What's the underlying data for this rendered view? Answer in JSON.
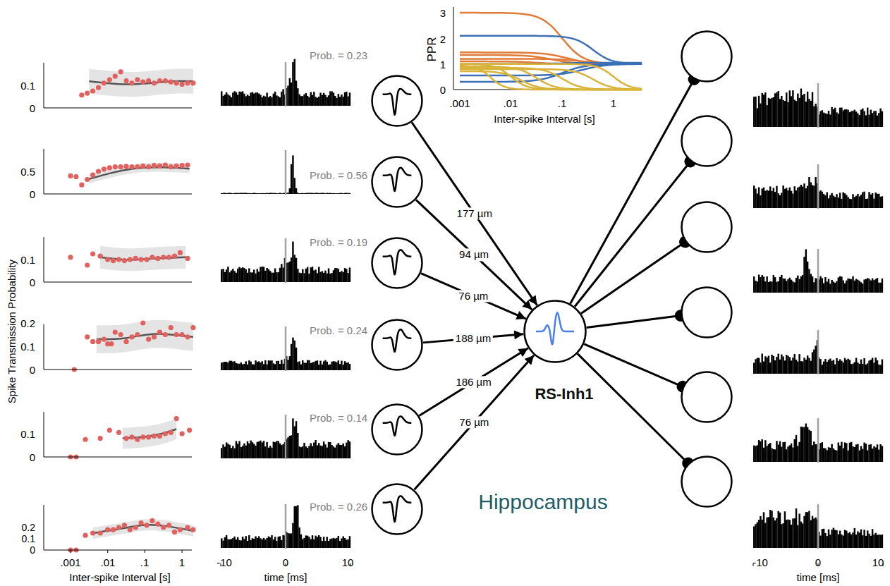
{
  "diagram": {
    "nodes": [
      {
        "text": []
      },
      {
        "text": []
      },
      {
        "text": []
      },
      {
        "text": []
      },
      {
        "text": []
      },
      {
        "text": []
      },
      {
        "text": [
          "RS-Inh1"
        ]
      },
      {
        "text": []
      },
      {
        "text": []
      },
      {
        "text": []
      },
      {
        "text": []
      },
      {
        "text": []
      },
      {
        "text": []
      }
    ],
    "edges": [
      {
        "from": 0,
        "to": 6,
        "arrow": "to",
        "label": "177 µm"
      },
      {
        "from": 1,
        "to": 6,
        "arrow": "to",
        "label": "94 µm"
      },
      {
        "from": 2,
        "to": 6,
        "arrow": "to",
        "label": "76 µm"
      },
      {
        "from": 3,
        "to": 6,
        "arrow": "to",
        "label": "188 µm"
      },
      {
        "from": 4,
        "to": 6,
        "arrow": "to",
        "label": "186 µm"
      },
      {
        "from": 5,
        "to": 6,
        "arrow": "to",
        "label": "76 µm"
      },
      {
        "from": 6,
        "to": 7,
        "arrow": "to"
      },
      {
        "from": 6,
        "to": 8,
        "arrow": "to"
      },
      {
        "from": 6,
        "to": 9,
        "arrow": "to"
      },
      {
        "from": 6,
        "to": 10,
        "arrow": "to"
      },
      {
        "from": 6,
        "to": 11,
        "arrow": "to"
      },
      {
        "from": 6,
        "to": 12,
        "arrow": "to"
      }
    ],
    "labels": [
      "0.1",
      "0",
      "0.5",
      "0",
      "0.1",
      "0",
      "0.2",
      "0.1",
      "0",
      "0.1",
      "0",
      "0.2",
      "0.1",
      "0",
      ".001",
      ".01",
      ".1",
      "1",
      "Spike Transmission Probability",
      "Inter-spike Interval [s]",
      "Prob. = 0.23",
      "Prob. = 0.56",
      "Prob. = 0.19",
      "Prob. = 0.24",
      "Prob. = 0.14",
      "Prob. = 0.26",
      "-10",
      "0",
      "10",
      "time [ms]",
      "3",
      "2",
      "1",
      "0",
      "PPR",
      ".001",
      ".01",
      ".1",
      "1",
      "Inter-spike Interval [s]",
      "-10",
      "0",
      "10",
      "time [ms]",
      "Hippocampus"
    ]
  }
}
